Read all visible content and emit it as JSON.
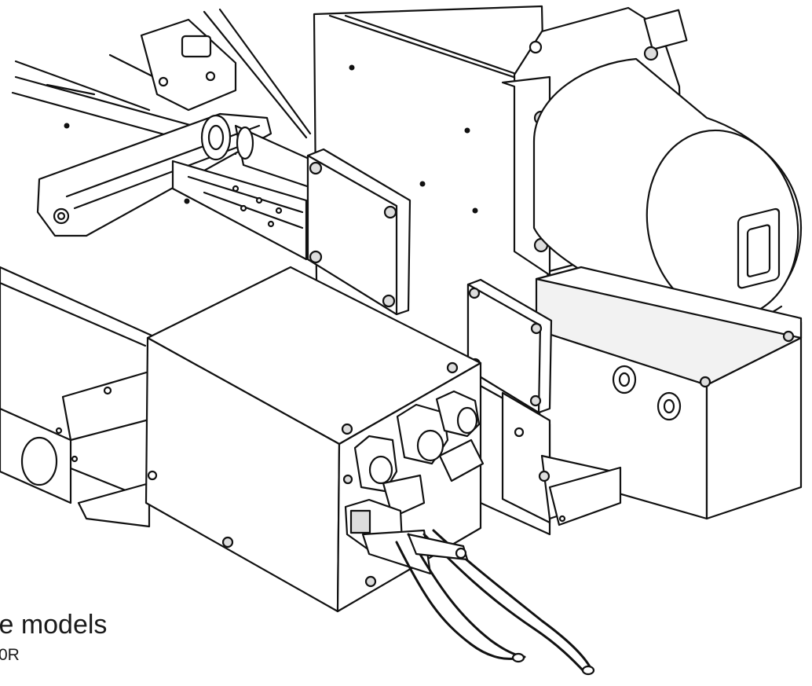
{
  "caption": {
    "title": "ble models",
    "model": "0R"
  },
  "colors": {
    "background": "#ffffff",
    "line": "#111111",
    "fill": "#ffffff",
    "shade": "#f2f2f2"
  },
  "drawing": {
    "label": "line-art-assembly-drawing"
  }
}
